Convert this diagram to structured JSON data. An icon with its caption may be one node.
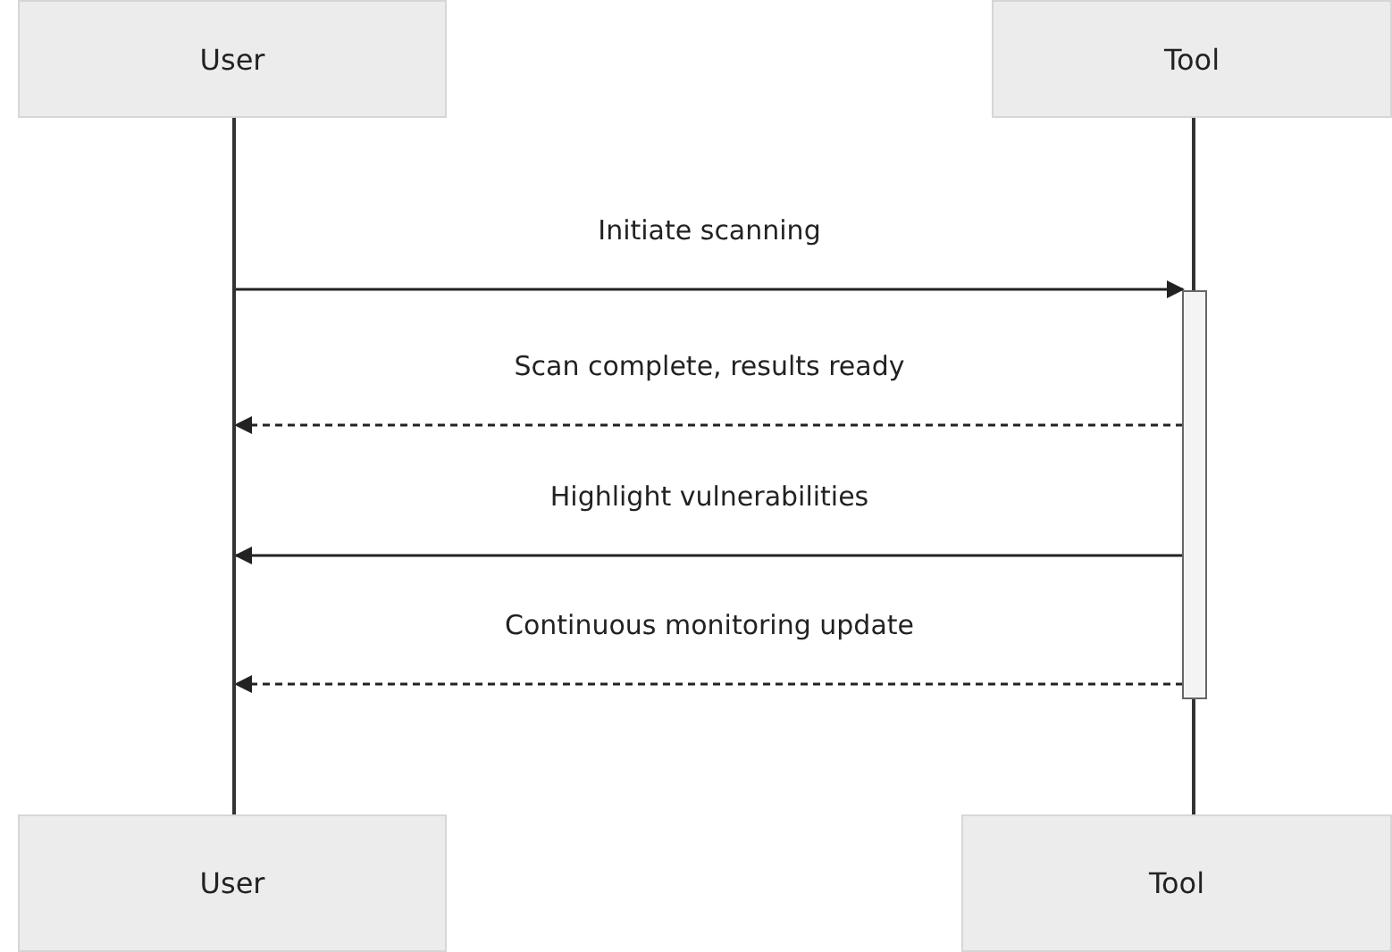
{
  "diagram": {
    "nodes": [
      {
        "text": [
          "User"
        ]
      },
      {
        "text": [
          "Tool"
        ]
      },
      {
        "text": [],
        "shape": "bar"
      },
      {
        "text": [],
        "shape": "bar"
      },
      {
        "text": [],
        "shape": "bar"
      },
      {
        "text": [
          "User"
        ]
      },
      {
        "text": [
          "Tool"
        ]
      }
    ],
    "edges": [
      {
        "from": 2,
        "to": 4,
        "arrow": "to",
        "label": "Initiate scanning"
      },
      {
        "from": 4,
        "to": 2,
        "arrow": "to",
        "label": "Scan complete, results ready",
        "style": "dashed"
      },
      {
        "from": 4,
        "to": 2,
        "arrow": "to",
        "label": "Highlight vulnerabilities"
      },
      {
        "from": 4,
        "to": 2,
        "arrow": "to",
        "label": "Continuous monitoring update",
        "style": "dashed"
      }
    ]
  }
}
